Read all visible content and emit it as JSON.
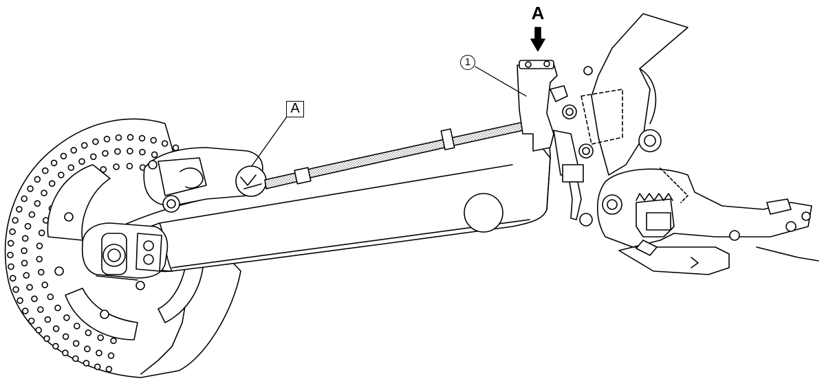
{
  "labels": {
    "detail_box": "A",
    "view_arrow": "A",
    "part_number": "1"
  },
  "colors": {
    "line": "#000000",
    "fill": "#ffffff",
    "hatch": "#b8b8b8"
  }
}
